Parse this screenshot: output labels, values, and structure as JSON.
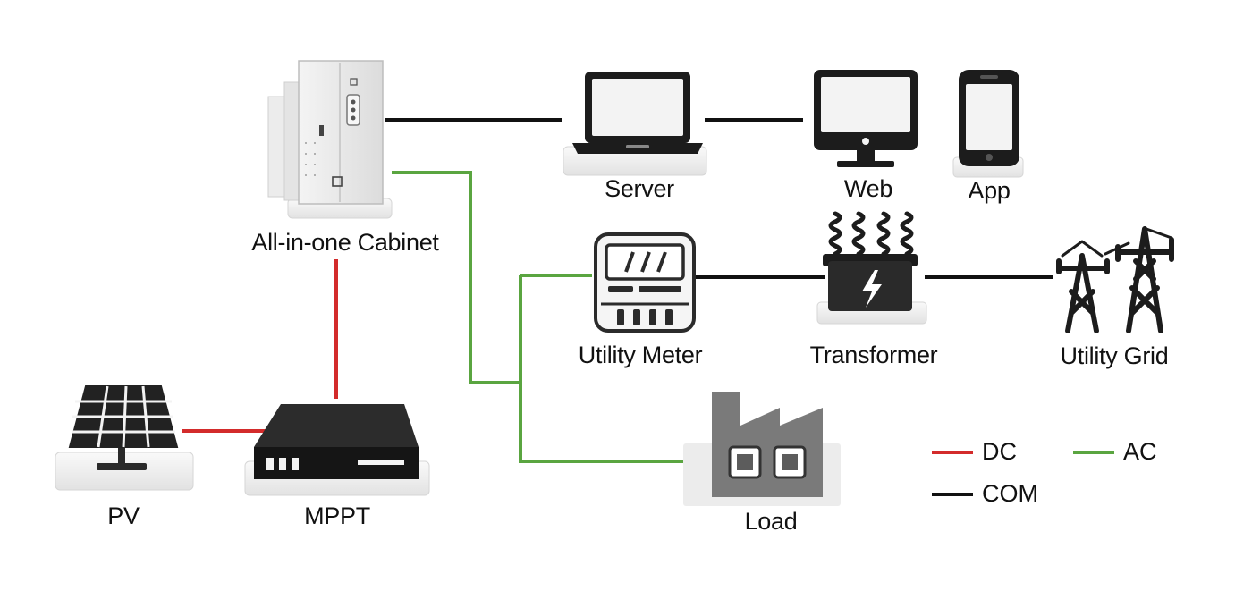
{
  "colors": {
    "dc": "#d32b2b",
    "ac": "#5aa540",
    "com": "#111111",
    "device_dark": "#1c1c1c",
    "device_light": "#e9e9e9",
    "platform": "#f1f1f1"
  },
  "nodes": {
    "cabinet": {
      "label": "All-in-one Cabinet",
      "icon": "cabinet-icon"
    },
    "server": {
      "label": "Server",
      "icon": "laptop-icon"
    },
    "web": {
      "label": "Web",
      "icon": "monitor-icon"
    },
    "app": {
      "label": "App",
      "icon": "smartphone-icon"
    },
    "meter": {
      "label": "Utility Meter",
      "icon": "meter-icon"
    },
    "transformer": {
      "label": "Transformer",
      "icon": "transformer-icon"
    },
    "grid": {
      "label": "Utility Grid",
      "icon": "power-tower-icon"
    },
    "pv": {
      "label": "PV",
      "icon": "solar-panel-icon"
    },
    "mppt": {
      "label": "MPPT",
      "icon": "mppt-device-icon"
    },
    "load": {
      "label": "Load",
      "icon": "factory-icon"
    }
  },
  "legend": {
    "dc": "DC",
    "ac": "AC",
    "com": "COM"
  }
}
